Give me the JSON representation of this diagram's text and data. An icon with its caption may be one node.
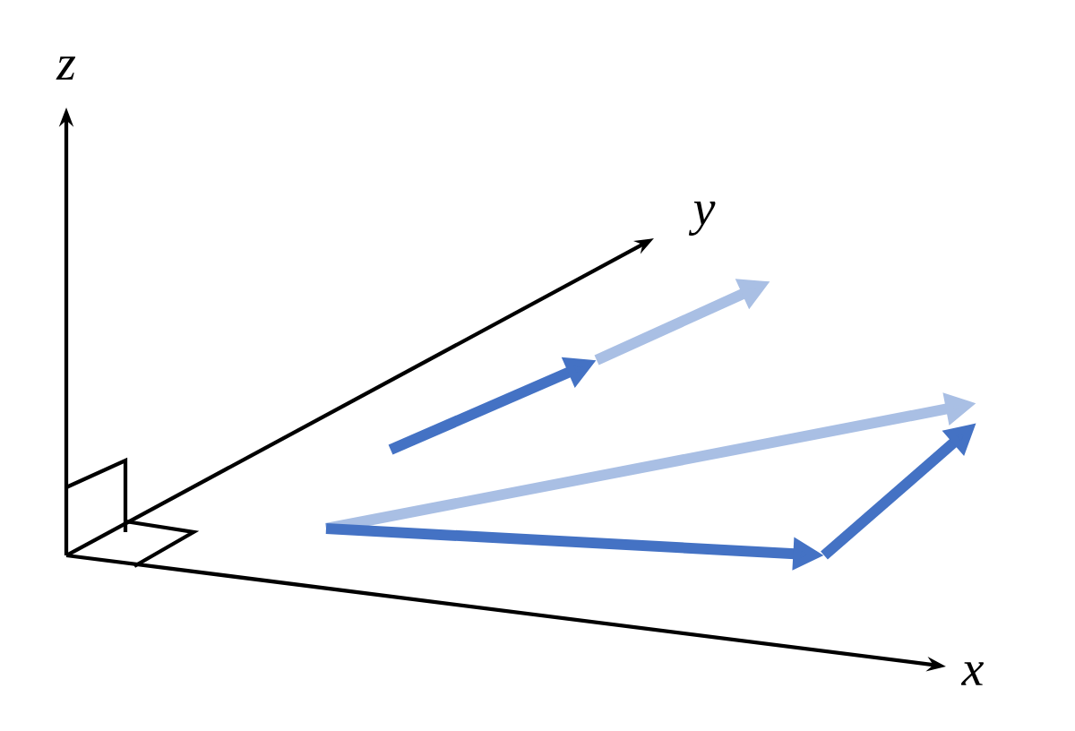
{
  "diagram": {
    "labels": [
      "z",
      "y",
      "x"
    ]
  }
}
